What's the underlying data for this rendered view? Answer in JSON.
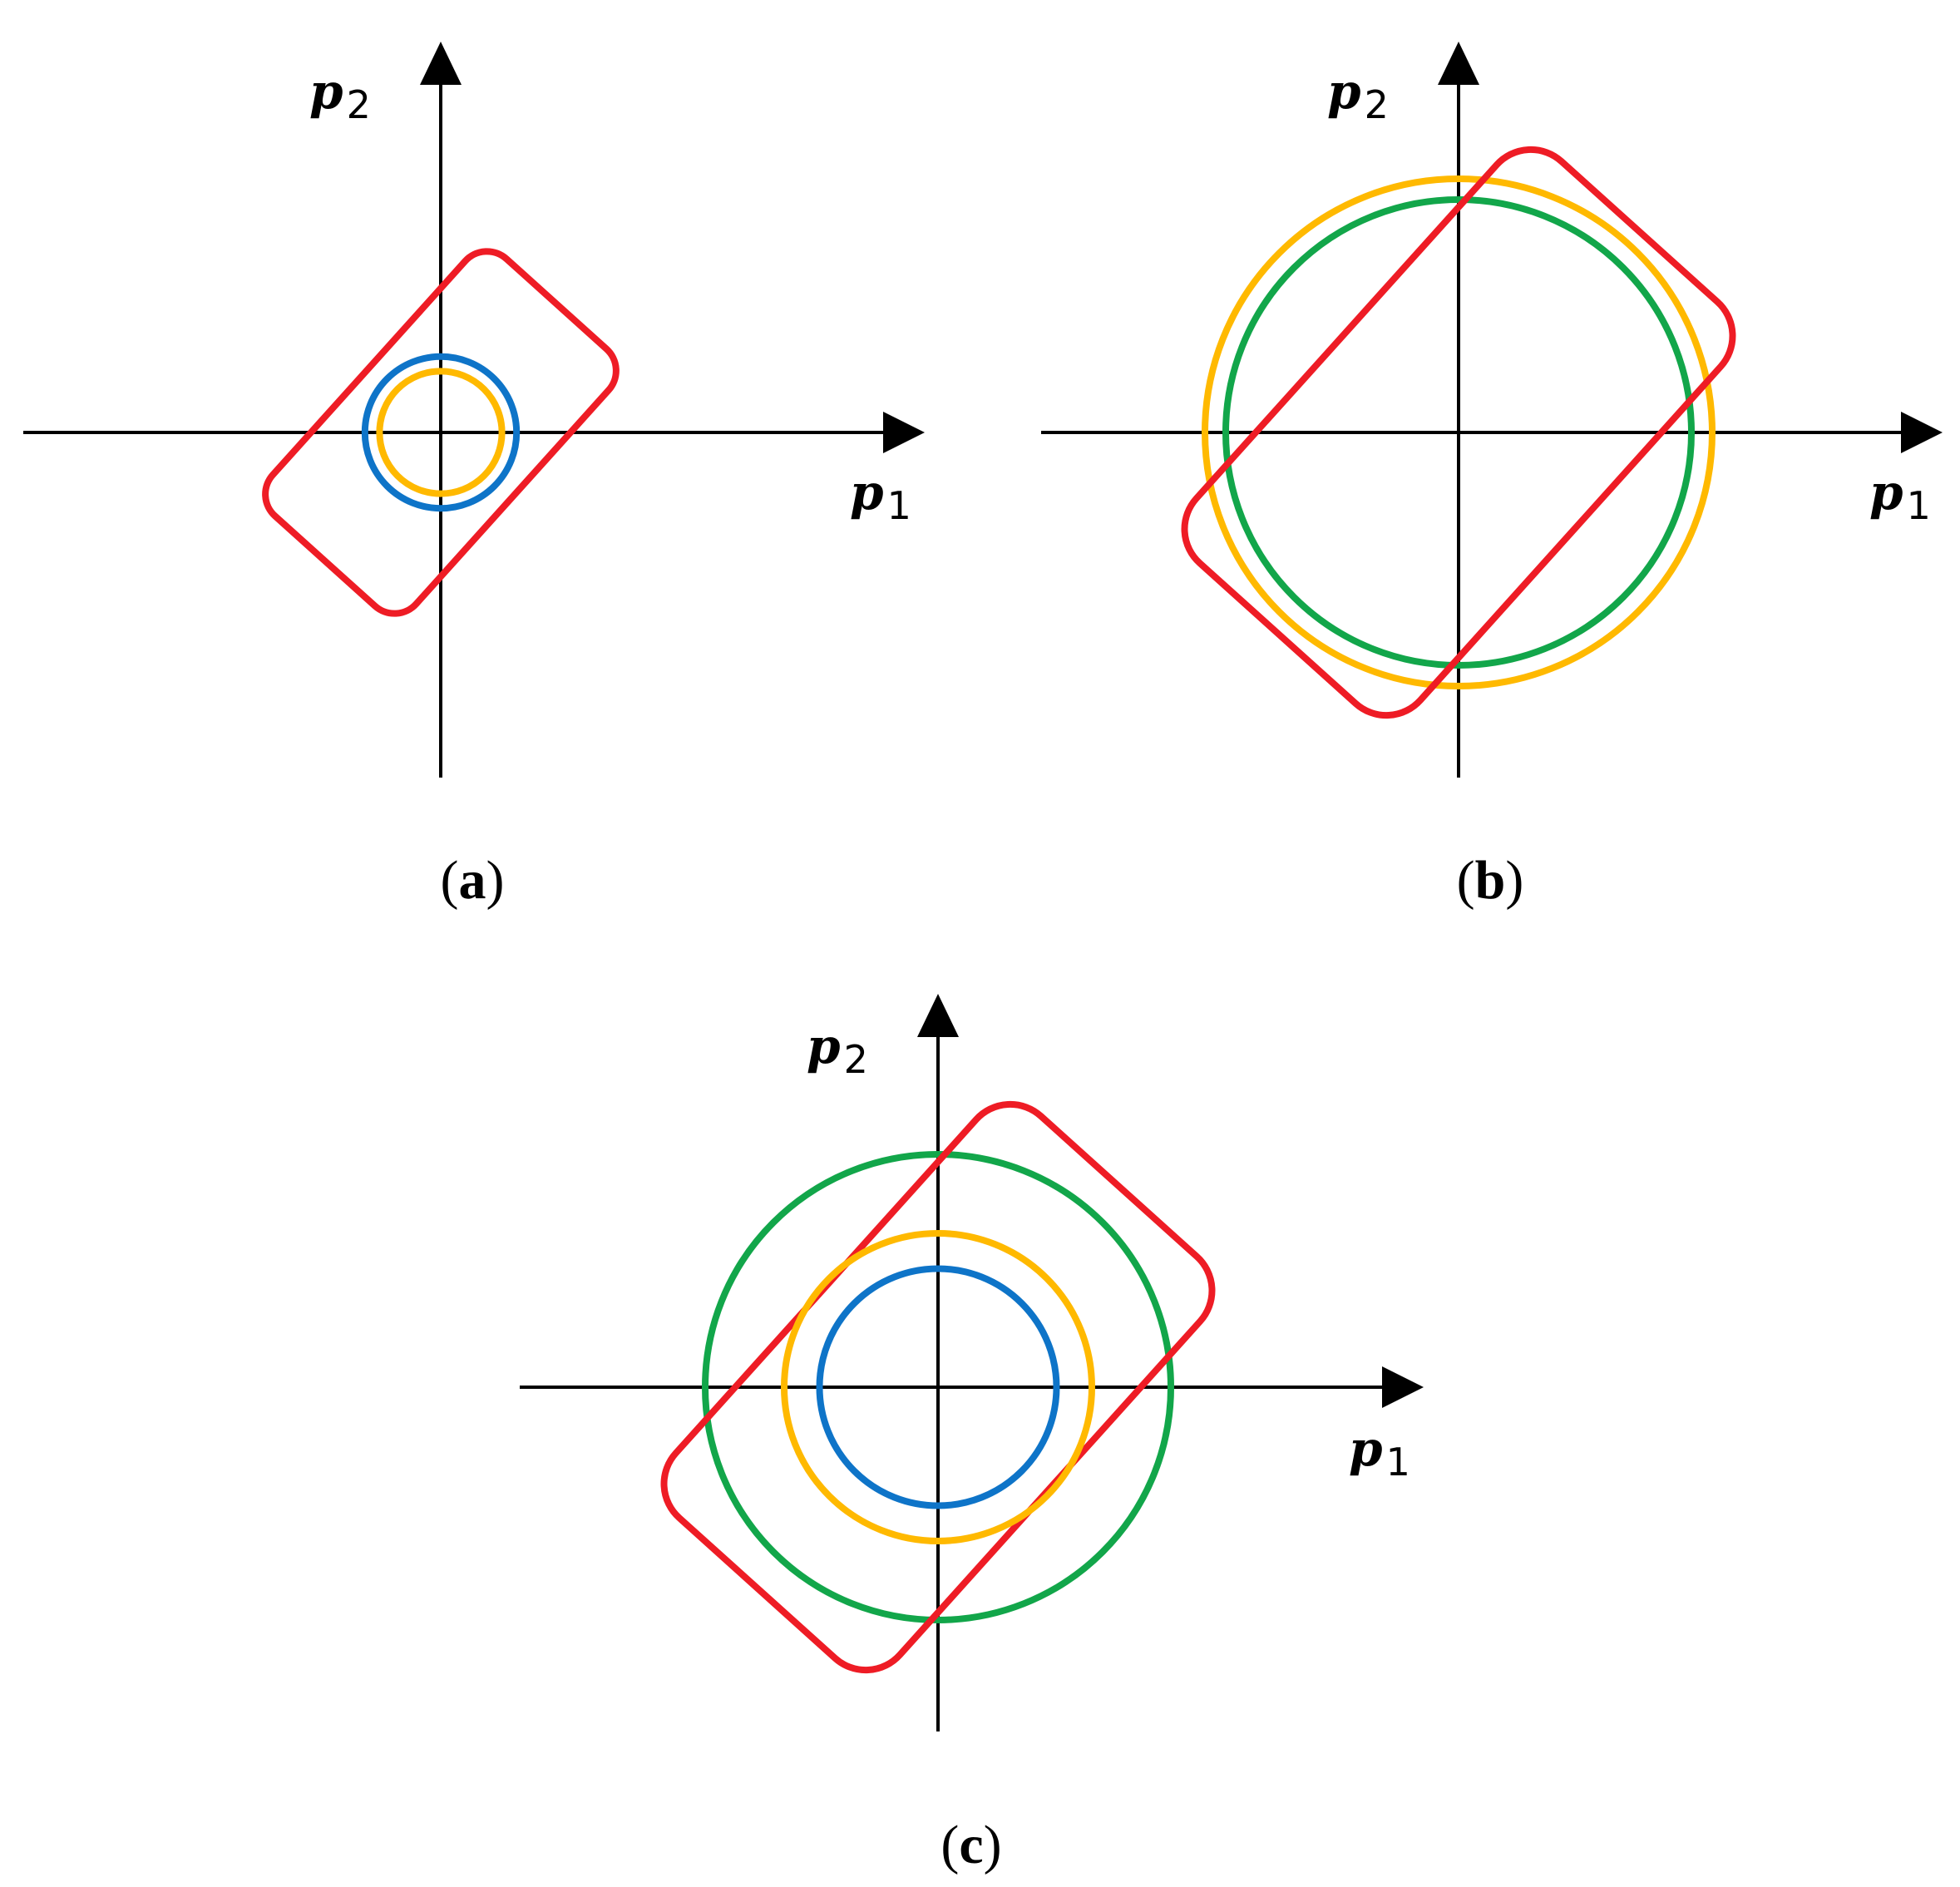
{
  "colors": {
    "red": "#EE1C25",
    "blue": "#0E74C8",
    "yellow": "#FFB900",
    "green": "#12A64A",
    "axis": "#000000"
  },
  "panels": [
    {
      "id": "a",
      "caption_open": "(",
      "caption_letter": "a",
      "caption_close": ")",
      "x_axis_label": "p",
      "x_axis_sub": "1",
      "y_axis_label": "p",
      "y_axis_sub": "2",
      "shapes": [
        {
          "kind": "rounded-rectangle",
          "color": "red",
          "angle_deg": -48,
          "width": 2.6,
          "height": 1.45,
          "cx": 0.0,
          "cy": 0.0
        },
        {
          "kind": "circle",
          "color": "blue",
          "r": 0.57,
          "cx": 0.0,
          "cy": 0.0
        },
        {
          "kind": "circle",
          "color": "yellow",
          "r": 0.46,
          "cx": 0.0,
          "cy": 0.0
        }
      ]
    },
    {
      "id": "b",
      "caption_open": "(",
      "caption_letter": "b",
      "caption_close": ")",
      "x_axis_label": "p",
      "x_axis_sub": "1",
      "y_axis_label": "p",
      "y_axis_sub": "2",
      "shapes": [
        {
          "kind": "circle",
          "color": "yellow",
          "r": 1.22,
          "cx": 0.0,
          "cy": 0.0
        },
        {
          "kind": "circle",
          "color": "green",
          "r": 1.12,
          "cx": 0.0,
          "cy": 0.0
        },
        {
          "kind": "rounded-rectangle",
          "color": "red",
          "angle_deg": -48,
          "width": 2.6,
          "height": 1.45,
          "cx": 0.0,
          "cy": 0.0
        }
      ]
    },
    {
      "id": "c",
      "caption_open": "(",
      "caption_letter": "c",
      "caption_close": ")",
      "x_axis_label": "p",
      "x_axis_sub": "1",
      "y_axis_label": "p",
      "y_axis_sub": "2",
      "shapes": [
        {
          "kind": "circle",
          "color": "green",
          "r": 1.12,
          "cx": 0.0,
          "cy": 0.0
        },
        {
          "kind": "rounded-rectangle",
          "color": "red",
          "angle_deg": -48,
          "width": 2.6,
          "height": 1.45,
          "cx": 0.0,
          "cy": 0.0
        },
        {
          "kind": "circle",
          "color": "yellow",
          "r": 0.74,
          "cx": 0.0,
          "cy": 0.0
        },
        {
          "kind": "circle",
          "color": "blue",
          "r": 0.57,
          "cx": 0.0,
          "cy": 0.0
        }
      ]
    }
  ]
}
